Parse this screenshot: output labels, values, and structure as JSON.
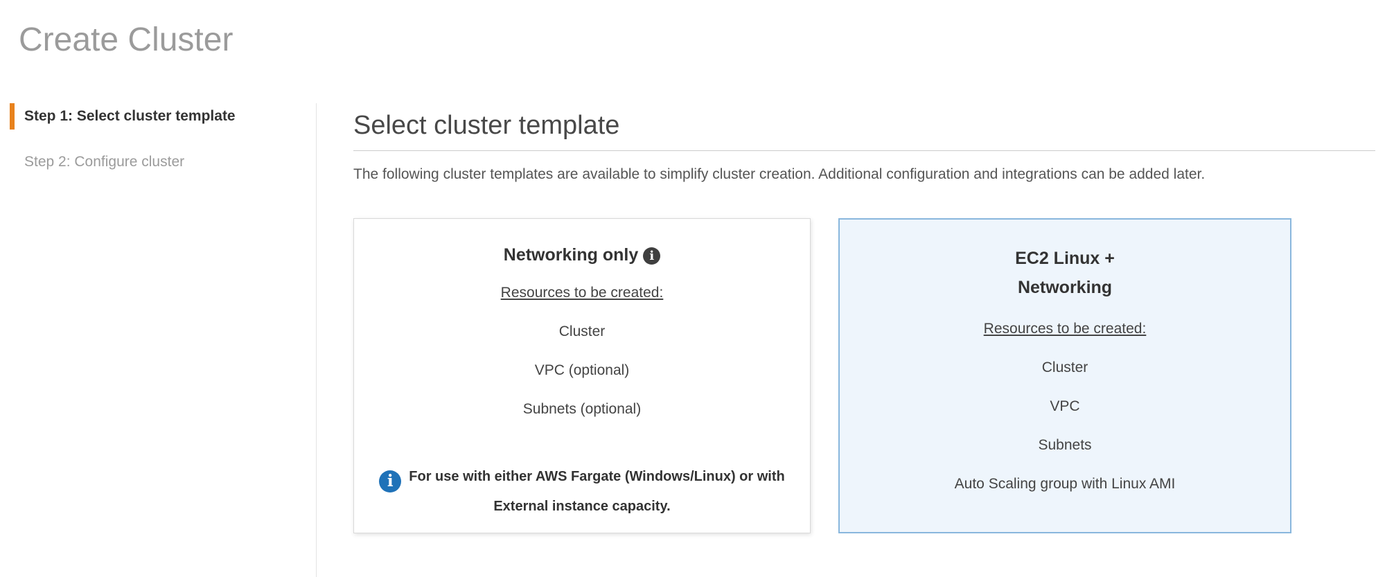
{
  "page": {
    "title": "Create Cluster"
  },
  "sidebar": {
    "steps": [
      {
        "label": "Step 1: Select cluster template",
        "active": true
      },
      {
        "label": "Step 2: Configure cluster",
        "active": false
      }
    ]
  },
  "main": {
    "heading": "Select cluster template",
    "description": "The following cluster templates are available to simplify cluster creation. Additional configuration and integrations can be added later.",
    "cards": [
      {
        "title": "Networking only",
        "resources_label": "Resources to be created:",
        "resources": [
          "Cluster",
          "VPC (optional)",
          "Subnets (optional)"
        ],
        "note": "For use with either AWS Fargate (Windows/Linux) or with External instance capacity.",
        "selected": false
      },
      {
        "title": "EC2 Linux + Networking",
        "resources_label": "Resources to be created:",
        "resources": [
          "Cluster",
          "VPC",
          "Subnets",
          "Auto Scaling group with Linux AMI"
        ],
        "selected": true
      }
    ]
  },
  "icons": {
    "info_glyph": "i"
  },
  "colors": {
    "accent_orange": "#e8821d",
    "selected_card_bg": "#eef5fc",
    "selected_card_border": "#89b7dd",
    "info_icon_blue": "#1f72b8",
    "info_icon_dark": "#3f3f3f"
  }
}
